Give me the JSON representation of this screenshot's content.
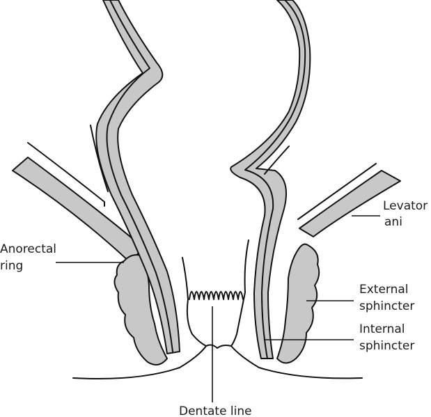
{
  "labels": {
    "levator_line1": "Levator",
    "levator_line2": "ani",
    "anorectal_line1": "Anorectal",
    "anorectal_line2": "ring",
    "external_line1": "External",
    "external_line2": "sphincter",
    "internal_line1": "Internal",
    "internal_line2": "sphincter",
    "dentate": "Dentate line"
  },
  "colors": {
    "muscle_fill": "#c8c8c8",
    "outline": "#111111",
    "background": "#ffffff"
  }
}
